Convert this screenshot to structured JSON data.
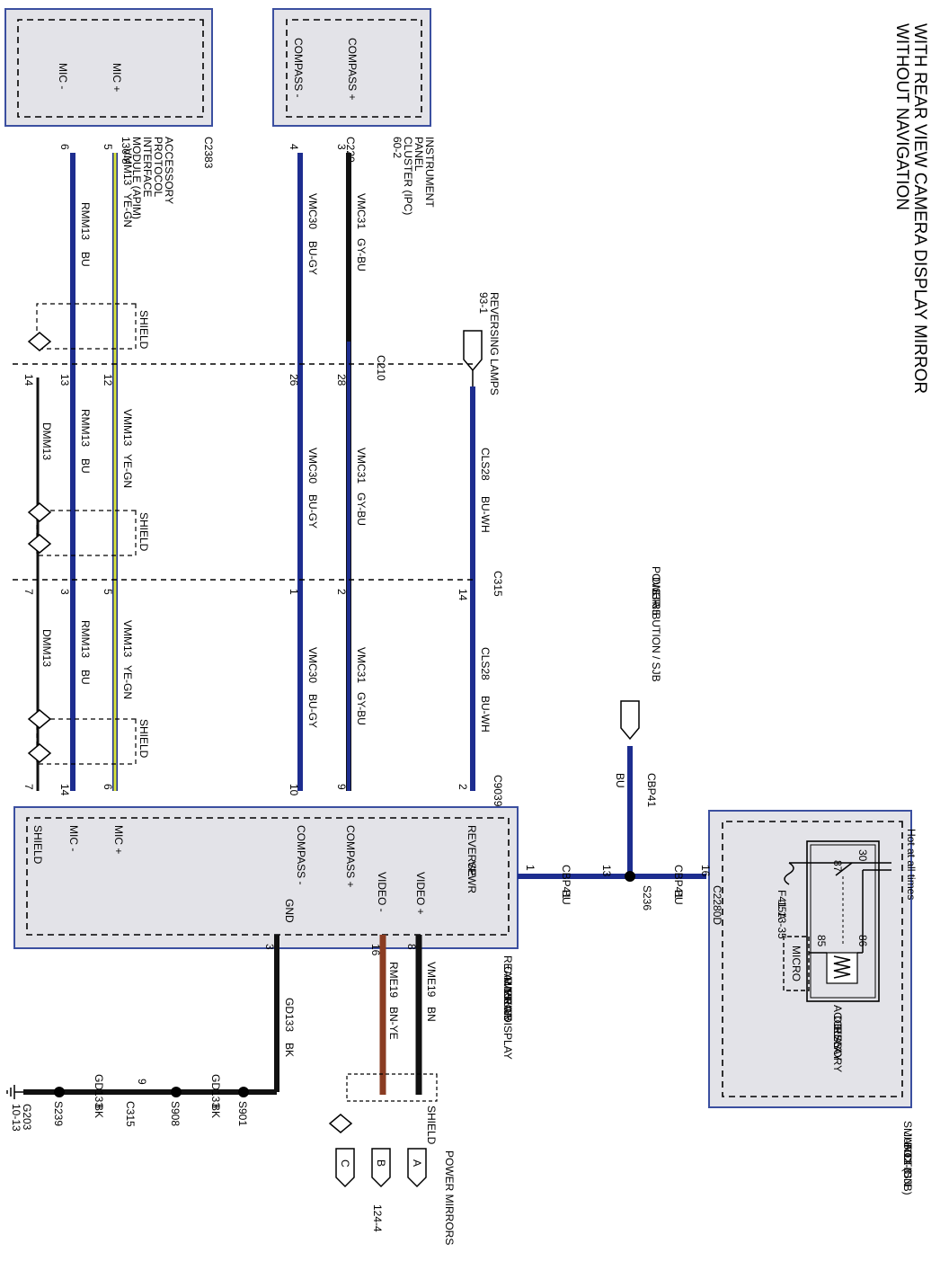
{
  "title": {
    "line1": "WITH REAR VIEW CAMERA DISPLAY MIRROR",
    "line2": "WITHOUT NAVIGATION"
  },
  "colors": {
    "blue": "#1d2d8f",
    "black": "#111111",
    "ye_gn": "#d8e23a",
    "brown": "#8a3c22",
    "box": "#e3e3e8",
    "box_border": "#3b4fa0"
  },
  "modules": {
    "apim": {
      "pin_upper": "MIC +",
      "pin_lower": "MIC -",
      "name": [
        "ACCESSORY",
        "PROTOCOL",
        "INTERFACE",
        "MODULE (APIM)",
        "130-8"
      ],
      "connector": "C2383"
    },
    "ipc": {
      "pin_upper": "COMPASS +",
      "pin_lower": "COMPASS -",
      "name": [
        "INSTRUMENT",
        "PANEL",
        "CLUSTER (IPC)",
        "60-2"
      ],
      "connector": "C220"
    },
    "mirror": {
      "pins": {
        "mic_plus": "MIC +",
        "mic_minus": "MIC -",
        "shield": "SHIELD",
        "compass_plus": "COMPASS +",
        "compass_minus": "COMPASS -",
        "gnd": "GND",
        "video_plus": "VIDEO +",
        "video_minus": "VIDEO -",
        "reverse": "REVERSE",
        "vpwr": "VPWR"
      },
      "name": [
        "REAR VIEW",
        "CAMERA DISPLAY",
        "MIRROR",
        "151-35"
      ],
      "connector": "C9039"
    },
    "sjb": {
      "name": [
        "SMART",
        "JUNCTION",
        "BOX (SJB)",
        "11-3"
      ],
      "hot": "Hot at all times",
      "fuse": [
        "F41",
        "15A",
        "13-35"
      ],
      "relay_name": [
        "ACCESSORY",
        "DELAY",
        "RELAY"
      ],
      "relay_pins": [
        "30",
        "87",
        "86",
        "85"
      ],
      "micro": "MICRO",
      "connector": "C2280D"
    }
  },
  "wires": {
    "mic_plus": {
      "circuit": "VMM13",
      "color": "YE-GN"
    },
    "mic_minus": {
      "circuit": "RMM13",
      "color": "BU"
    },
    "drain": {
      "circuit": "DMM13"
    },
    "compass_plus": {
      "circuit": "VMC31",
      "color": "GY-BU"
    },
    "compass_minus": {
      "circuit": "VMC30",
      "color": "BU-GY"
    },
    "reverse": {
      "circuit": "CLS28",
      "color": "BU-WH"
    },
    "power": {
      "circuit": "CBP41",
      "color": "BU"
    },
    "video_plus": {
      "circuit": "VME19",
      "color": "BN"
    },
    "video_minus": {
      "circuit": "RME19",
      "color": "BN-YE"
    },
    "ground": {
      "circuit": "GD133",
      "color": "BK"
    }
  },
  "connectors": {
    "c210": "C210",
    "c315": "C315",
    "c9039": "C9039",
    "c2383": "C2383",
    "c220": "C220",
    "c2280d": "C2280D",
    "s236": "S236",
    "s901": "S901",
    "s908": "S908",
    "s239": "S239",
    "g203": [
      "G203",
      "10-13"
    ]
  },
  "pins": {
    "apim": [
      "5",
      "6"
    ],
    "ipc": [
      "3",
      "4"
    ],
    "c210": [
      "12",
      "13",
      "14",
      "26",
      "28"
    ],
    "c315": [
      "5",
      "3",
      "7",
      "1",
      "2",
      "14"
    ],
    "c9039": [
      "6",
      "14",
      "7",
      "10",
      "9",
      "2"
    ],
    "power": [
      "1",
      "13",
      "16"
    ],
    "mirror_bottom": [
      "3",
      "16",
      "8"
    ],
    "ground": [
      "9"
    ]
  },
  "labels": {
    "shield": "SHIELD",
    "reversing_lamps": [
      "REVERSING LAMPS",
      "93-1"
    ],
    "power_dist": [
      "POWER",
      "DISTRIBUTION / SJB",
      "13-35"
    ],
    "power_mirrors": [
      "POWER MIRRORS",
      "124-4"
    ],
    "mirror_connectors": [
      "A",
      "B",
      "C"
    ]
  }
}
